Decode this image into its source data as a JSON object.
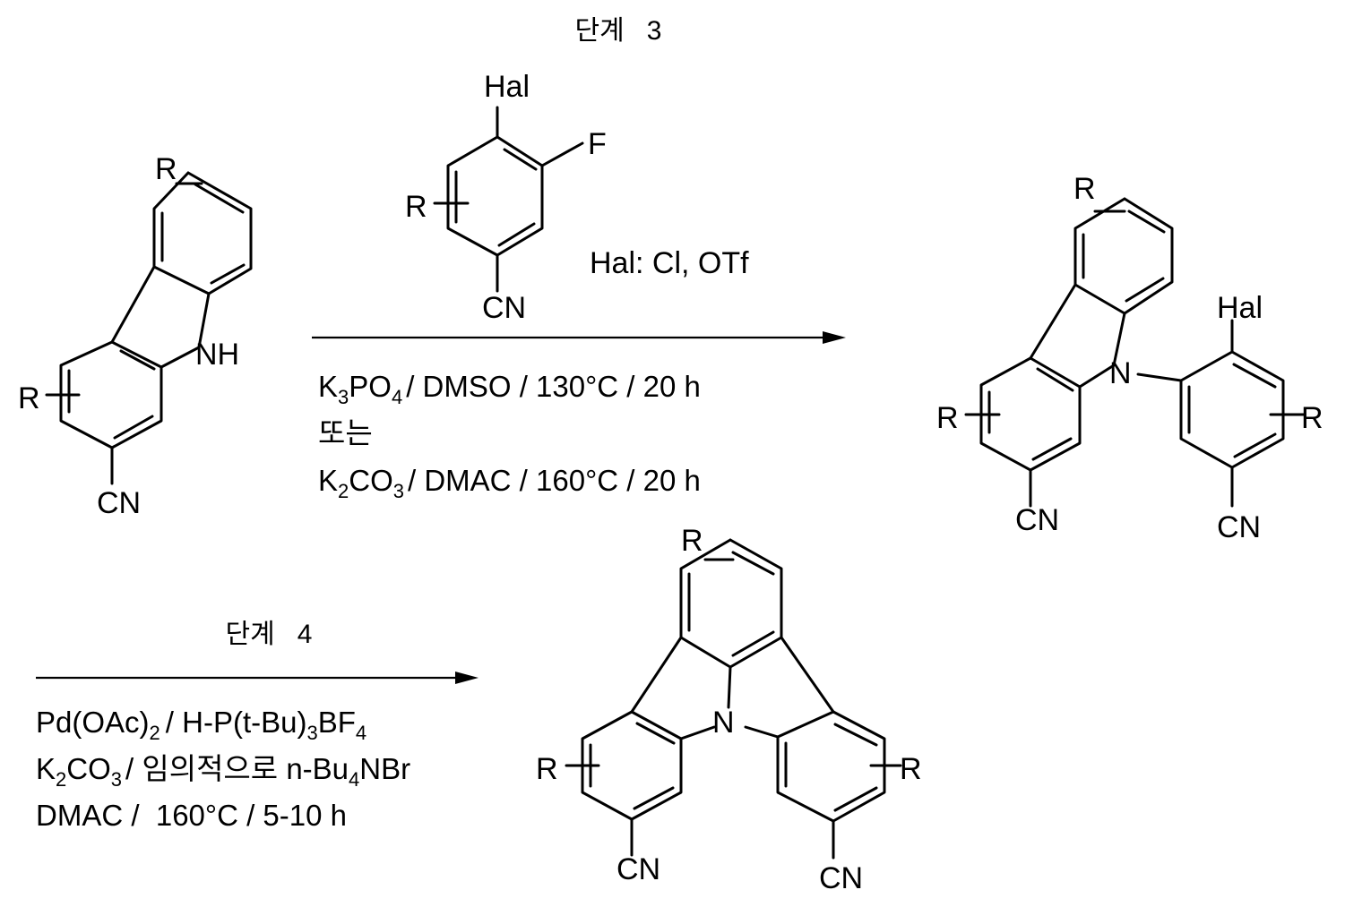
{
  "step3": {
    "title": "단계   3",
    "reagent": {
      "hal": "Hal",
      "f": "F",
      "r": "R",
      "cn": "CN",
      "note": "Hal: Cl, OTf"
    },
    "conditions": {
      "a": {
        "k": "K",
        "n3": "3",
        "po": "PO",
        "n4": "4",
        "rest": "/ DMSO / 130°C / 20 h"
      },
      "or": "또는",
      "b": {
        "k": "K",
        "n2": "2",
        "co": "CO",
        "n3": "3",
        "rest": "/ DMAC / 160°C / 20 h"
      }
    }
  },
  "step4": {
    "title": "단계   4",
    "conditions": {
      "line1": {
        "a": "Pd(OAc)",
        "n2": "2",
        "b": "/ H-P(t-Bu)",
        "n3": "3",
        "c": "BF",
        "n4": "4"
      },
      "line2": {
        "a": "K",
        "n2": "2",
        "b": "CO",
        "n3": "3",
        "c": "/ 임의적으로 n-Bu",
        "n4": "4",
        "d": "NBr"
      },
      "line3": "DMAC /  160°C / 5-10 h"
    }
  },
  "start": {
    "r_top": "R",
    "r_left": "R",
    "nh": "NH",
    "cn": "CN"
  },
  "intermediate": {
    "r_top": "R",
    "r_left": "R",
    "r_right": "R",
    "n": "N",
    "hal": "Hal",
    "cn_left": "CN",
    "cn_right": "CN"
  },
  "product": {
    "r_top": "R",
    "r_left": "R",
    "r_right": "R",
    "n": "N",
    "cn_left": "CN",
    "cn_right": "CN"
  }
}
